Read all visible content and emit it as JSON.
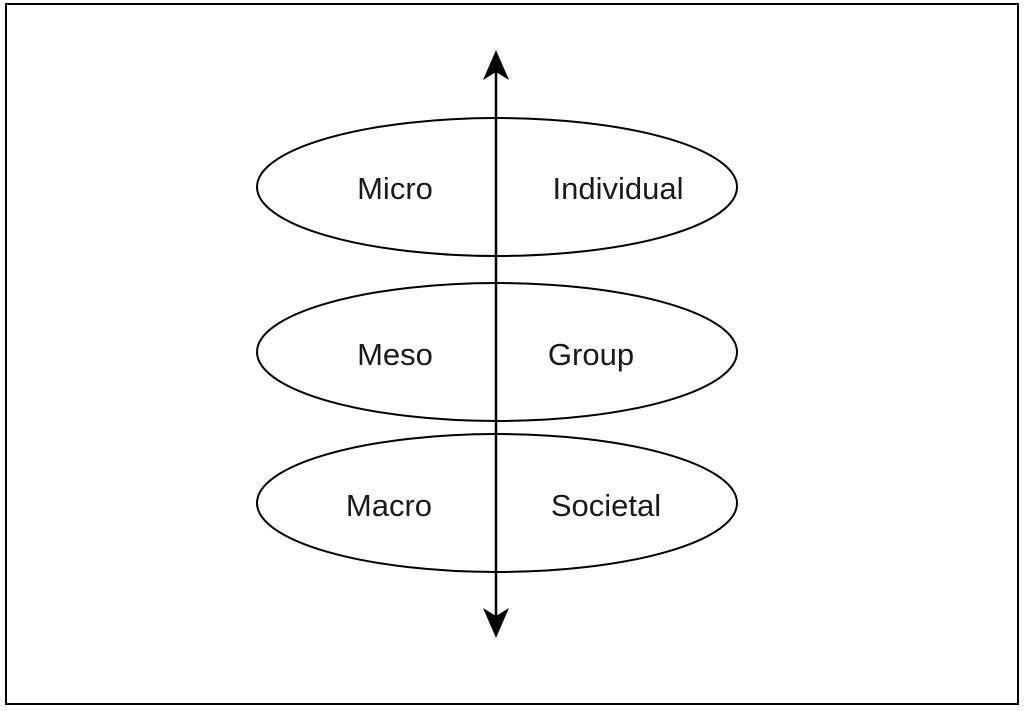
{
  "levels": [
    {
      "scale": "Micro",
      "unit": "Individual"
    },
    {
      "scale": "Meso",
      "unit": "Group"
    },
    {
      "scale": "Macro",
      "unit": "Societal"
    }
  ],
  "colors": {
    "stroke": "#000000",
    "text": "#1a1a1a",
    "background": "#ffffff"
  }
}
